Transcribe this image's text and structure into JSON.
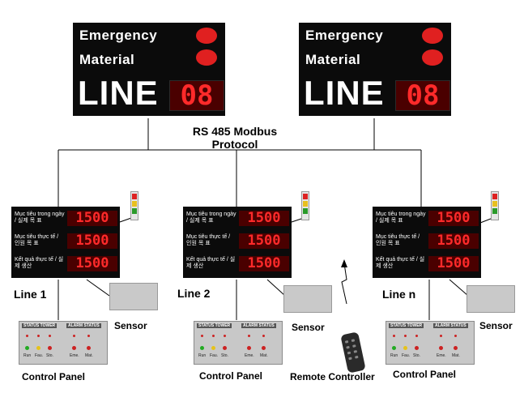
{
  "bus_label": [
    "RS 485 Modbus",
    "Protocol"
  ],
  "top_boards": [
    {
      "row1": "Emergency",
      "row2": "Material",
      "line_word": "LINE",
      "line_number": "08"
    },
    {
      "row1": "Emergency",
      "row2": "Material",
      "line_word": "LINE",
      "line_number": "08"
    }
  ],
  "line_panels": [
    {
      "line_label": "Line 1",
      "rows": [
        {
          "label": "Mục tiêu trong ngày / 실제 목 표",
          "value": "1500"
        },
        {
          "label": "Mục tiêu thực tế / 인원 목 표",
          "value": "1500"
        },
        {
          "label": "Kết quả thực tế / 실제 생산",
          "value": "1500"
        }
      ],
      "sensor_label": "Sensor",
      "control_panel_label": "Control Panel"
    },
    {
      "line_label": "Line 2",
      "rows": [
        {
          "label": "Mục tiêu trong ngày / 실제 목 표",
          "value": "1500"
        },
        {
          "label": "Mục tiêu thực tế / 인원 목 표",
          "value": "1500"
        },
        {
          "label": "Kết quả thực tế / 실제 생산",
          "value": "1500"
        }
      ],
      "sensor_label": "Sensor",
      "control_panel_label": "Control Panel"
    },
    {
      "line_label": "Line n",
      "rows": [
        {
          "label": "Mục tiêu trong ngày / 실제 목 표",
          "value": "1500"
        },
        {
          "label": "Mục tiêu thực tế / 인원 목 표",
          "value": "1500"
        },
        {
          "label": "Kết quả thực tế / 실제 생산",
          "value": "1500"
        }
      ],
      "sensor_label": "Sensor",
      "control_panel_label": "Control Panel"
    }
  ],
  "control_panel": {
    "status_header": "STATUS TOWER",
    "alarm_header": "ALARM STATUS",
    "labels": [
      "Run",
      "Fau.",
      "Sto.",
      "Eme.",
      "Mat."
    ]
  },
  "remote_label": "Remote Controller",
  "colors": {
    "lamp": "#e02020",
    "led_text": "#ff2a2a",
    "board": "#0b0b0b"
  }
}
